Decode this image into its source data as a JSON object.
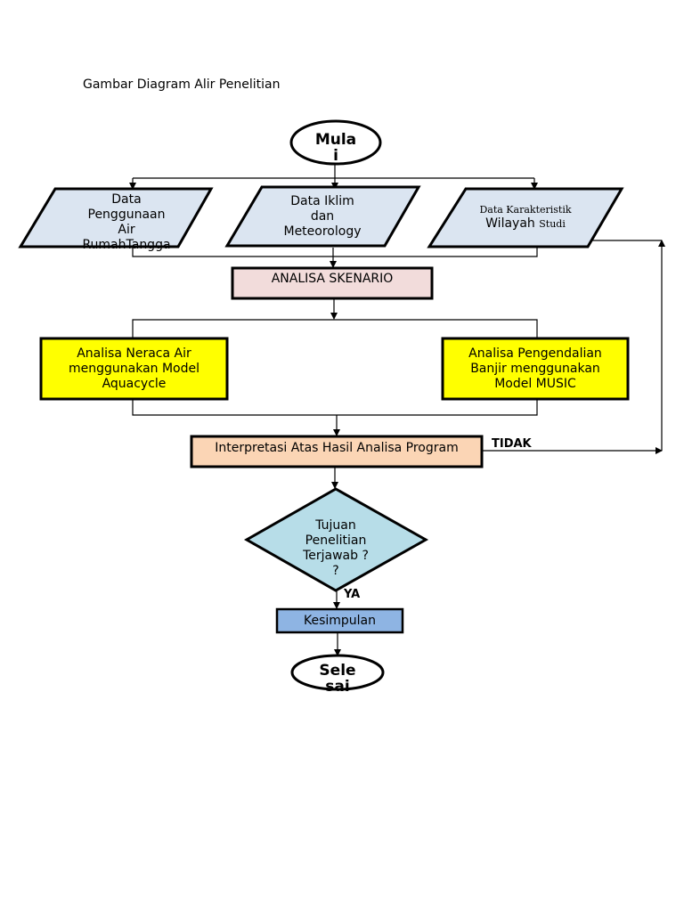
{
  "caption": "Gambar Diagram Alir Penelitian",
  "nodes": {
    "start": {
      "line1": "Mula",
      "line2": "i"
    },
    "input_water_use": {
      "line1": "Data",
      "line2": "Penggunaan",
      "line3": "Air",
      "line4": "RumahTangga"
    },
    "input_climate": {
      "line1": "Data Iklim",
      "line2": "dan",
      "line3": "Meteorology"
    },
    "input_region": {
      "line1": "Data Karakteristik",
      "line2a": "Wilayah",
      "line2b": "Studi"
    },
    "scenario": {
      "label": "ANALISA SKENARIO"
    },
    "water_balance": {
      "line1": "Analisa Neraca Air",
      "line2": "menggunakan Model",
      "line3": "Aquacycle"
    },
    "flood_control": {
      "line1": "Analisa Pengendalian",
      "line2": "Banjir menggunakan",
      "line3": "Model MUSIC"
    },
    "interpretation": {
      "label": "Interpretasi Atas Hasil Analisa Program"
    },
    "decision": {
      "line1": "Tujuan",
      "line2": "Penelitian",
      "line3": "Terjawab ?",
      "line4": "?"
    },
    "conclusion": {
      "label": "Kesimpulan"
    },
    "end": {
      "line1": "Sele",
      "line2": "sai"
    }
  },
  "edges": {
    "no_label": "TIDAK",
    "yes_label": "YA"
  },
  "colors": {
    "input_fill": "#dbe5f1",
    "scenario_fill": "#f2dcdb",
    "analysis_fill": "#ffff00",
    "interpretation_fill": "#fbd5b5",
    "decision_fill": "#b7dde8",
    "conclusion_fill": "#8eb4e3",
    "terminal_fill": "#ffffff",
    "stroke": "#000000"
  }
}
